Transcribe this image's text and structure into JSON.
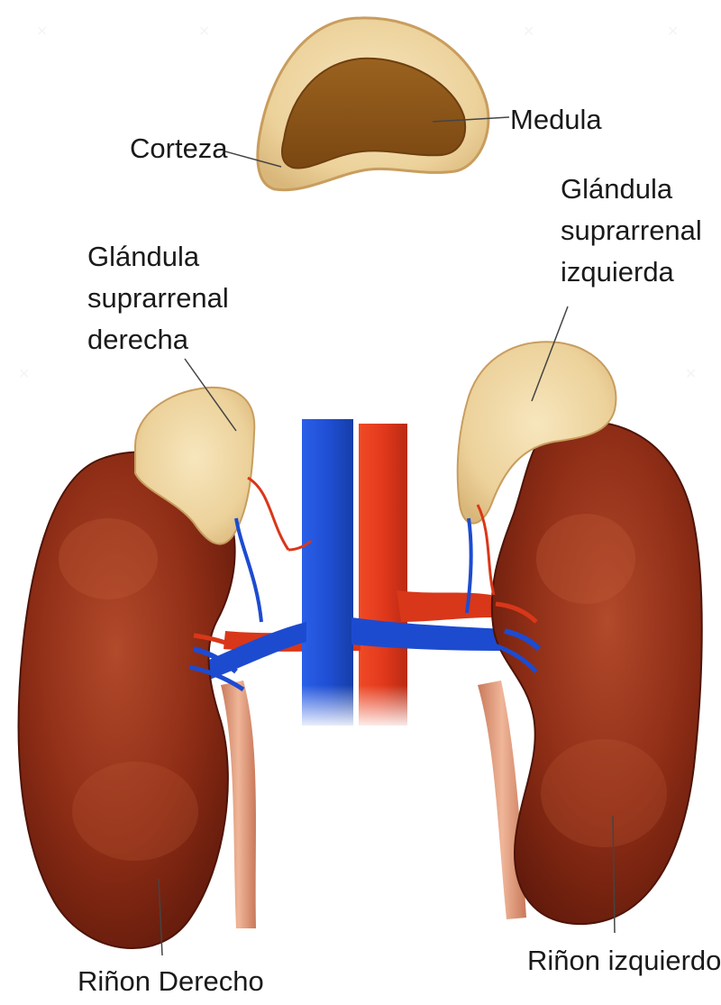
{
  "labels": {
    "corteza": "Corteza",
    "medula": "Medula",
    "right_gland": [
      "Glándula",
      "suprarrenal",
      "derecha"
    ],
    "left_gland": [
      "Glándula",
      "suprarrenal",
      "izquierda"
    ],
    "right_kidney": "Riñon Derecho",
    "left_kidney": "Riñon izquierdo"
  },
  "colors": {
    "kidney": "#8a2a14",
    "kidney_highlight": "#b8492a",
    "gland": "#f1d9a4",
    "medulla": "#8a5418",
    "vena_cava": "#1e4fd6",
    "aorta": "#e2391c",
    "ureter": "#e7a483"
  }
}
